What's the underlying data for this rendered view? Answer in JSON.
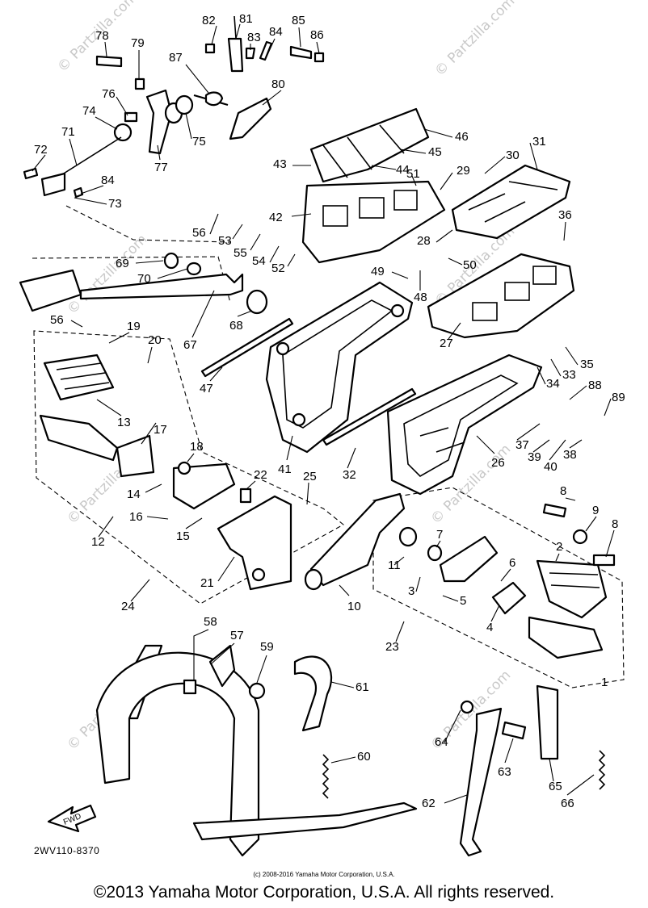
{
  "callouts": [
    "78",
    "79",
    "82",
    "81",
    "83",
    "84",
    "85",
    "86",
    "87",
    "80",
    "76",
    "74",
    "75",
    "77",
    "71",
    "72",
    "84",
    "73",
    "46",
    "45",
    "43",
    "44",
    "30",
    "31",
    "51",
    "29",
    "42",
    "56",
    "53",
    "55",
    "54",
    "52",
    "28",
    "36",
    "69",
    "70",
    "49",
    "48",
    "50",
    "67",
    "68",
    "56",
    "19",
    "20",
    "47",
    "35",
    "33",
    "34",
    "27",
    "88",
    "89",
    "13",
    "17",
    "41",
    "37",
    "39",
    "40",
    "38",
    "26",
    "18",
    "22",
    "25",
    "32",
    "14",
    "16",
    "15",
    "21",
    "12",
    "8",
    "9",
    "8",
    "7",
    "11",
    "2",
    "6",
    "3",
    "5",
    "4",
    "24",
    "10",
    "23",
    "1",
    "58",
    "57",
    "59",
    "61",
    "64",
    "60",
    "63",
    "65",
    "62",
    "66"
  ],
  "watermarks": [
    "© Partzilla.com"
  ],
  "fwd_label": "FWD",
  "drawing_code": "2WV110-8370",
  "small_copyright": "(c) 2008-2016 Yamaha Motor Corporation, U.S.A.",
  "copyright": "©2013 Yamaha Motor Corporation, U.S.A. All rights reserved."
}
